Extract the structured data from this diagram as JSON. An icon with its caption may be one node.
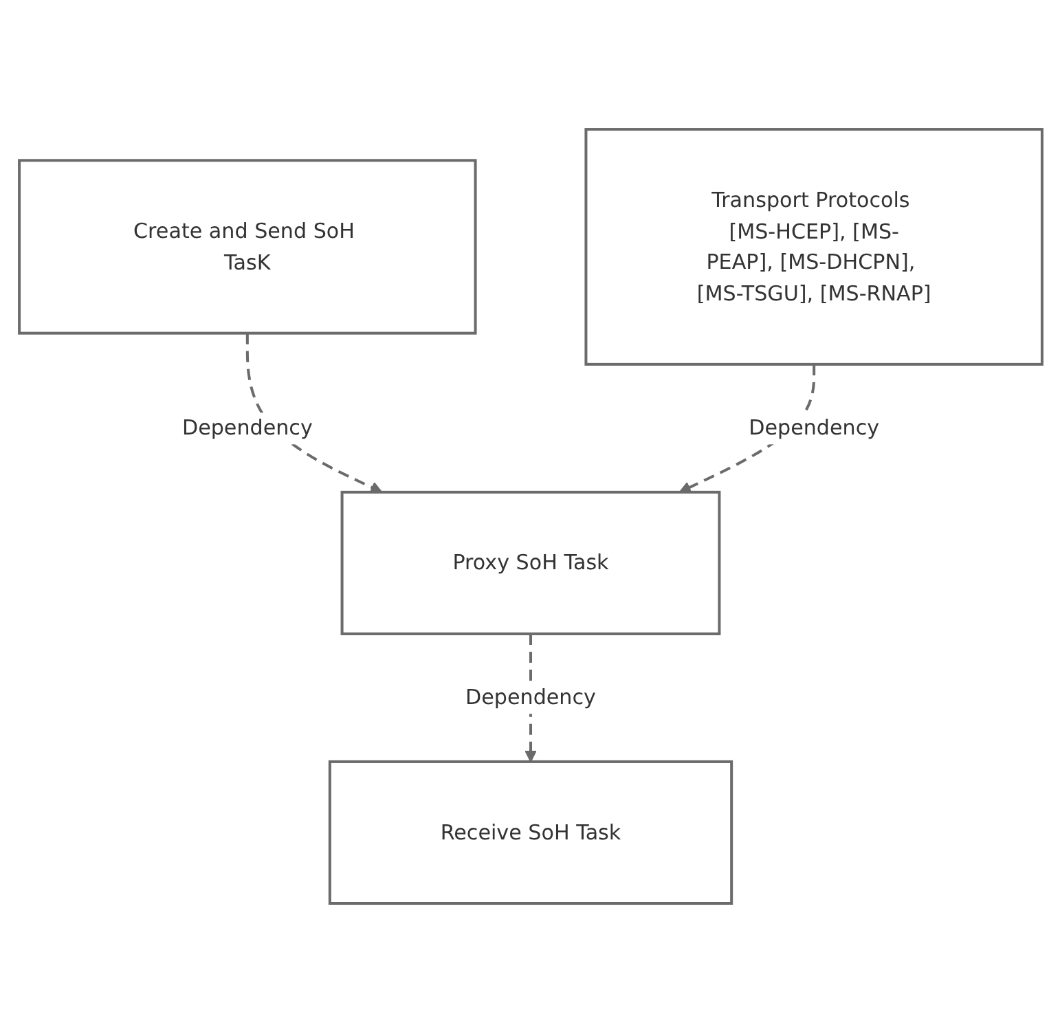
{
  "diagram": {
    "nodes": [
      {
        "text": [
          "Create and Send SoH TasK"
        ]
      },
      {
        "text": [
          "Proxy SoH Task"
        ]
      },
      {
        "text": [
          "Receive SoH Task"
        ]
      },
      {
        "text": [
          "Transport Protocols [MS-HCEP], [MS-PEAP], [MS-DHCPN], [MS-TSGU], [MS-RNAP]"
        ]
      }
    ],
    "edges": [
      {
        "from": 0,
        "to": 1,
        "arrow": "to",
        "label": "Dependency",
        "style": "dashed"
      },
      {
        "from": 1,
        "to": 2,
        "arrow": "to",
        "label": "Dependency",
        "style": "dashed"
      },
      {
        "from": 3,
        "to": 1,
        "arrow": "to",
        "label": "Dependency",
        "style": "dashed"
      }
    ]
  }
}
